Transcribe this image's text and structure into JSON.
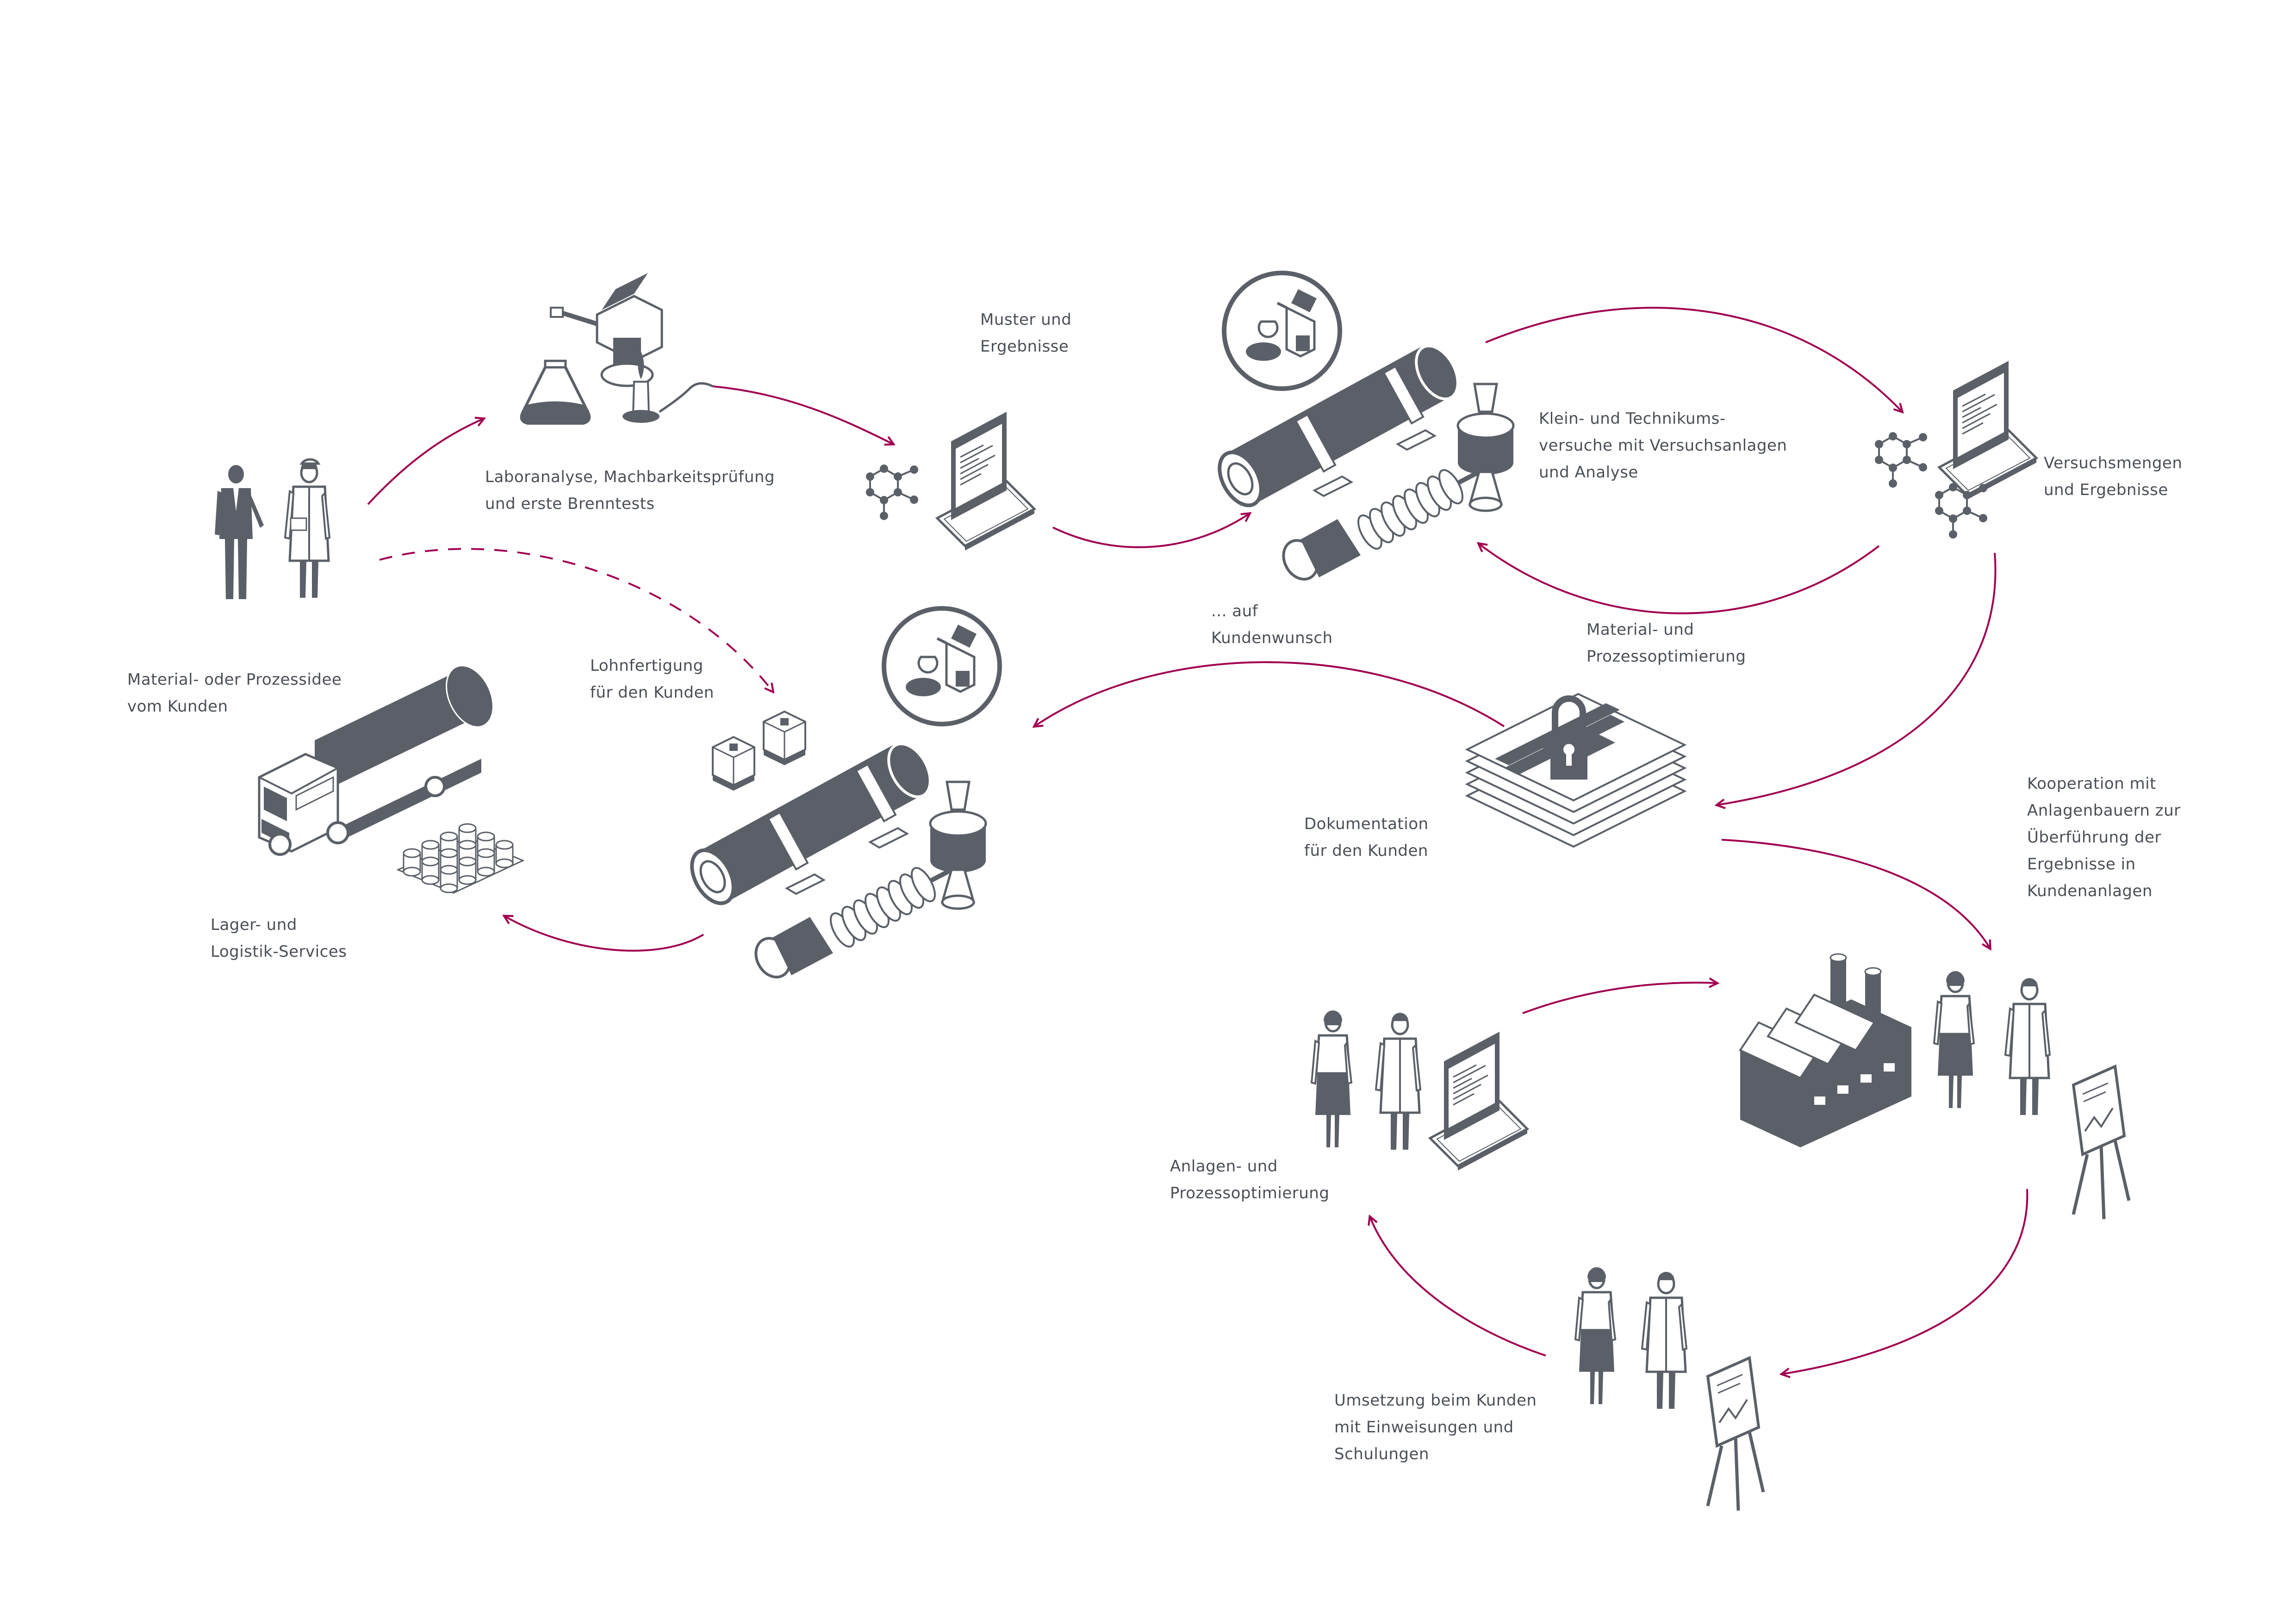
{
  "colors": {
    "ink": "#5b6068",
    "ink_dark": "#4a4f56",
    "accent": "#a0004f",
    "paper": "#ffffff"
  },
  "labels": {
    "material_idea": [
      "Material- oder Prozessidee",
      "vom Kunden"
    ],
    "lab_analysis": [
      "Laboranalyse, Machbarkeitsprüfung",
      "und erste Brenntests"
    ],
    "samples_results": [
      "Muster und",
      "Ergebnisse"
    ],
    "small_scale_tests": [
      "Klein- und Technikums-",
      "versuche mit Versuchsanlagen",
      "und Analyse"
    ],
    "trial_quantities": [
      "Versuchsmengen",
      "und Ergebnisse"
    ],
    "material_process_opt": [
      "Material- und",
      "Prozessoptimierung"
    ],
    "on_request": [
      "... auf",
      "Kundenwunsch"
    ],
    "toll_manufacturing": [
      "Lohnfertigung",
      "für den Kunden"
    ],
    "storage_logistics": [
      "Lager- und",
      "Logistik-Services"
    ],
    "documentation": [
      "Dokumentation",
      "für den Kunden"
    ],
    "cooperation": [
      "Kooperation mit",
      "Anlagenbauern zur",
      "Überführung der",
      "Ergebnisse in",
      "Kundenanlagen"
    ],
    "plant_process_opt": [
      "Anlagen- und",
      "Prozessoptimierung"
    ],
    "implementation": [
      "Umsetzung beim Kunden",
      "mit Einweisungen und",
      "Schulungen"
    ]
  },
  "icons": [
    "business-people-icon",
    "lab-equipment-icon",
    "laptop-icon",
    "molecule-icon",
    "rotary-kiln-icon",
    "microscope-badge-icon",
    "documents-lock-icon",
    "tanker-truck-icon",
    "barrels-icon",
    "bulk-bags-icon",
    "factory-icon",
    "scientists-icon",
    "flipchart-icon"
  ]
}
